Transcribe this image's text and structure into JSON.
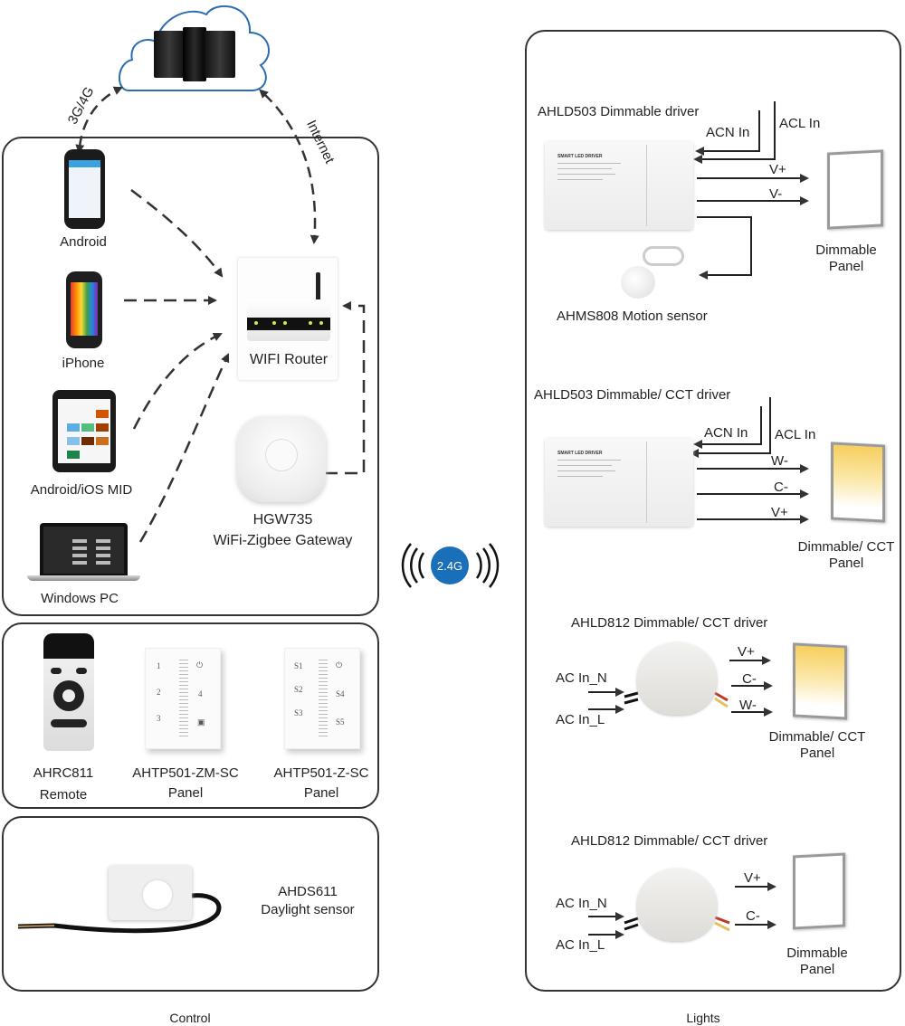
{
  "cloud": {
    "icon": "cloud-server-icon",
    "link_mobile": "3G/4G",
    "link_router": "Internet"
  },
  "control": {
    "section_title": "Control",
    "app_devices": [
      {
        "label": "Android",
        "icon": "android-phone-icon"
      },
      {
        "label": "iPhone",
        "icon": "iphone-icon"
      },
      {
        "label": "Android/iOS MID",
        "icon": "tablet-icon"
      },
      {
        "label": "Windows PC",
        "icon": "laptop-icon"
      }
    ],
    "router": {
      "label": "WIFI Router",
      "icon": "router-icon"
    },
    "gateway": {
      "model": "HGW735",
      "label": "WiFi-Zigbee Gateway",
      "icon": "gateway-icon"
    },
    "controllers": [
      {
        "model": "AHRC811",
        "label": "Remote",
        "icon": "remote-icon"
      },
      {
        "model": "AHTP501-ZM-SC",
        "label": "Panel",
        "icon": "touch-panel-icon",
        "keys": [
          "1",
          "2",
          "3",
          "4"
        ]
      },
      {
        "model": "AHTP501-Z-SC",
        "label": "Panel",
        "icon": "touch-panel-icon",
        "keys": [
          "S1",
          "S2",
          "S3",
          "S4",
          "S5"
        ]
      }
    ],
    "sensor": {
      "model": "AHDS611",
      "label": "Daylight sensor",
      "icon": "daylight-sensor-icon"
    }
  },
  "wireless": {
    "label": "2.4G",
    "color": "#1a6fb9",
    "icon": "wireless-signal-icon"
  },
  "lights": {
    "section_title": "Lights",
    "blocks": [
      {
        "title": "AHLD503  Dimmable  driver",
        "inputs": [
          "ACN In",
          "ACL In"
        ],
        "outputs": [
          "V+",
          "V-"
        ],
        "panel": "Dimmable\nPanel",
        "panel_l1": "Dimmable",
        "panel_l2": "Panel",
        "sensor": "AHMS808 Motion sensor"
      },
      {
        "title": "AHLD503  Dimmable/ CCT  driver",
        "inputs": [
          "ACN In",
          "ACL In"
        ],
        "outputs": [
          "W-",
          "C-",
          "V+"
        ],
        "panel_l1": "Dimmable/ CCT",
        "panel_l2": "Panel"
      },
      {
        "title": "AHLD812  Dimmable/ CCT  driver",
        "inputs": [
          "AC In_N",
          "AC In_L"
        ],
        "outputs": [
          "V+",
          "C-",
          "W-"
        ],
        "panel_l1": "Dimmable/ CCT",
        "panel_l2": "Panel"
      },
      {
        "title": "AHLD812  Dimmable/ CCT  driver",
        "inputs": [
          "AC In_N",
          "AC In_L"
        ],
        "outputs": [
          "V+",
          "C-"
        ],
        "panel_l1": "Dimmable",
        "panel_l2": "Panel"
      }
    ]
  },
  "colors": {
    "cloud_outline": "#2a6db0",
    "line": "#333333",
    "cct_warm": "#f6cf5d"
  }
}
